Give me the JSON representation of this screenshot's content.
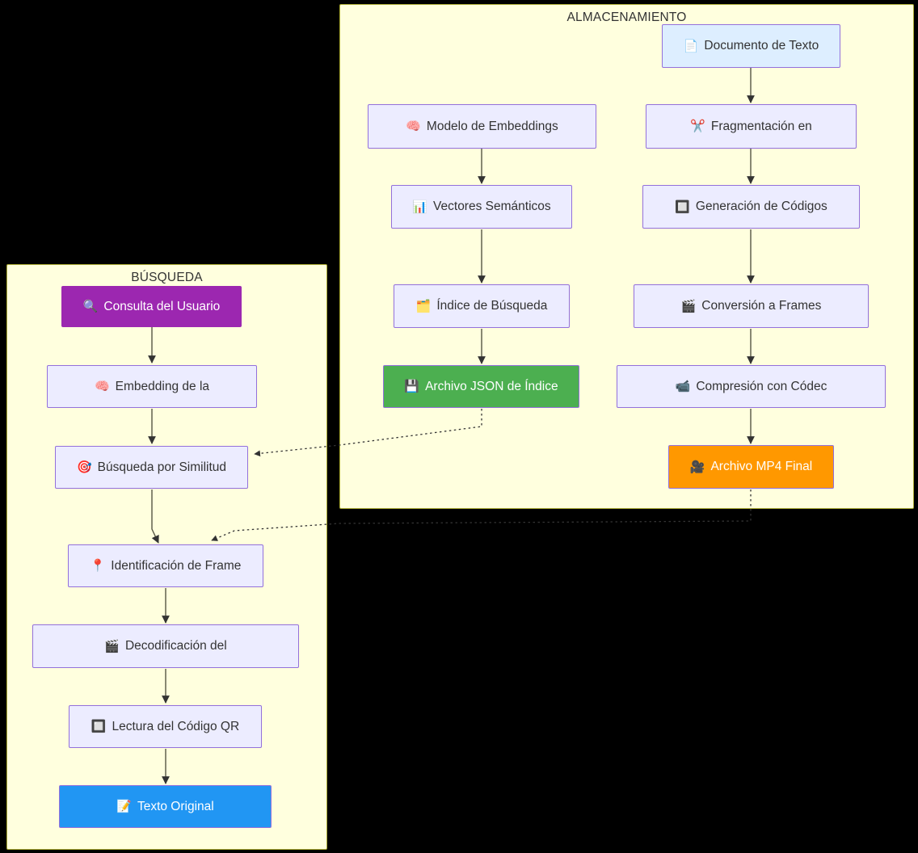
{
  "diagram": {
    "type": "flowchart",
    "background_color": "#000000",
    "subgraph_fill": "#ffffde",
    "subgraph_border": "#aaaa33",
    "node_fill": "#ececff",
    "node_border": "#9370db",
    "text_color": "#333333",
    "edge_color": "#555544"
  },
  "subgraphs": [
    {
      "id": "almacenamiento",
      "title": "ALMACENAMIENTO"
    },
    {
      "id": "busqueda",
      "title": "BÚSQUEDA"
    }
  ],
  "nodes": {
    "documento_texto": {
      "label": "Documento de Texto",
      "icon": "document-icon",
      "glyph": "📄",
      "style": "fill-doc"
    },
    "modelo_embeddings": {
      "label": "Modelo de Embeddings",
      "icon": "brain-icon",
      "glyph": "🧠",
      "style": ""
    },
    "fragmentacion": {
      "label": "Fragmentación en",
      "icon": "scissors-icon",
      "glyph": "✂️",
      "style": ""
    },
    "vectores": {
      "label": "Vectores Semánticos",
      "icon": "bar-chart-icon",
      "glyph": "📊",
      "style": ""
    },
    "generacion_codigos": {
      "label": "Generación de Códigos",
      "icon": "qr-code-icon",
      "glyph": "🔲",
      "style": ""
    },
    "indice_busqueda": {
      "label": "Índice de Búsqueda",
      "icon": "card-index-icon",
      "glyph": "🗂️",
      "style": ""
    },
    "conversion_frames": {
      "label": "Conversión a Frames",
      "icon": "clapper-board-icon",
      "glyph": "🎬",
      "style": ""
    },
    "archivo_json": {
      "label": "Archivo JSON de Índice",
      "icon": "floppy-disk-icon",
      "glyph": "💾",
      "style": "fill-green"
    },
    "compresion_codec": {
      "label": "Compresión con Códec",
      "icon": "video-camera-icon",
      "glyph": "📹",
      "style": ""
    },
    "archivo_mp4": {
      "label": "Archivo MP4 Final",
      "icon": "movie-camera-icon",
      "glyph": "🎥",
      "style": "fill-orange"
    },
    "consulta_usuario": {
      "label": "Consulta del Usuario",
      "icon": "magnifier-icon",
      "glyph": "🔍",
      "style": "fill-purple"
    },
    "embedding_la": {
      "label": "Embedding de la",
      "icon": "brain-icon",
      "glyph": "🧠",
      "style": ""
    },
    "busqueda_similitud": {
      "label": "Búsqueda por Similitud",
      "icon": "target-icon",
      "glyph": "🎯",
      "style": ""
    },
    "identificacion_frame": {
      "label": "Identificación de Frame",
      "icon": "map-pin-icon",
      "glyph": "📍",
      "style": ""
    },
    "decodificacion": {
      "label": "Decodificación del",
      "icon": "clapper-board-icon",
      "glyph": "🎬",
      "style": ""
    },
    "lectura_qr": {
      "label": "Lectura del Código QR",
      "icon": "qr-code-icon",
      "glyph": "🔲",
      "style": ""
    },
    "texto_original": {
      "label": "Texto Original",
      "icon": "memo-icon",
      "glyph": "📝",
      "style": "fill-blue"
    }
  },
  "edges": [
    {
      "from": "documento_texto",
      "to": "fragmentacion",
      "style": "solid"
    },
    {
      "from": "modelo_embeddings",
      "to": "vectores",
      "style": "solid"
    },
    {
      "from": "fragmentacion",
      "to": "generacion_codigos",
      "style": "solid"
    },
    {
      "from": "vectores",
      "to": "indice_busqueda",
      "style": "solid"
    },
    {
      "from": "generacion_codigos",
      "to": "conversion_frames",
      "style": "solid"
    },
    {
      "from": "indice_busqueda",
      "to": "archivo_json",
      "style": "solid"
    },
    {
      "from": "conversion_frames",
      "to": "compresion_codec",
      "style": "solid"
    },
    {
      "from": "compresion_codec",
      "to": "archivo_mp4",
      "style": "solid"
    },
    {
      "from": "consulta_usuario",
      "to": "embedding_la",
      "style": "solid"
    },
    {
      "from": "embedding_la",
      "to": "busqueda_similitud",
      "style": "solid"
    },
    {
      "from": "busqueda_similitud",
      "to": "identificacion_frame",
      "style": "solid"
    },
    {
      "from": "identificacion_frame",
      "to": "decodificacion",
      "style": "solid"
    },
    {
      "from": "decodificacion",
      "to": "lectura_qr",
      "style": "solid"
    },
    {
      "from": "lectura_qr",
      "to": "texto_original",
      "style": "solid"
    },
    {
      "from": "archivo_json",
      "to": "busqueda_similitud",
      "style": "dotted"
    },
    {
      "from": "archivo_mp4",
      "to": "identificacion_frame",
      "style": "dotted"
    }
  ]
}
